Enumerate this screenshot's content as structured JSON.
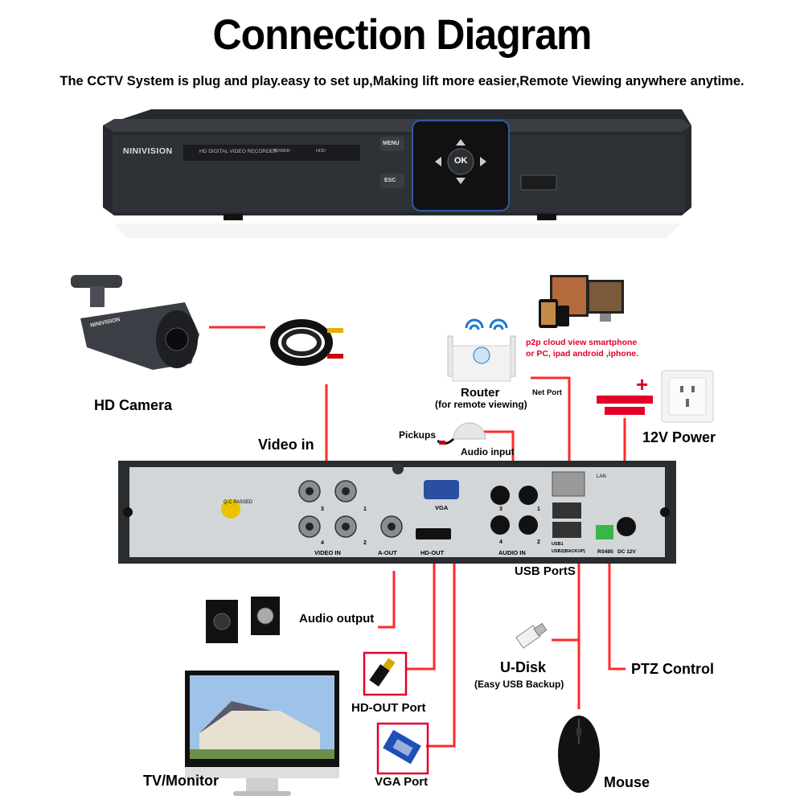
{
  "title": "Connection Diagram",
  "subtitle": "The CCTV System is plug and play.easy to set up,Making lift more easier,Remote Viewing anywhere anytime.",
  "dvr_front": {
    "brand": "NINIVISION",
    "model_label": "HD DIGITAL VIDEO RECORDER",
    "power_label": "POWER",
    "hdd_label": "HDD",
    "menu_label": "MENU",
    "esc_label": "ESC",
    "ok_label": "OK"
  },
  "camera": {
    "brand": "NINIVISION",
    "label": "HD Camera"
  },
  "video_in_label": "Video in",
  "router": {
    "label": "Router",
    "sublabel": "(for remote viewing)",
    "net_port_label": "Net Port"
  },
  "p2p_note": {
    "line1": "p2p cloud  view smartphone",
    "line2": "or PC, ipad android ,iphone."
  },
  "power": {
    "label": "12V Power",
    "plus": "+"
  },
  "pickups": {
    "label": "Pickups",
    "audio_input_label": "Audio input"
  },
  "dvr_rear": {
    "qc_label": "Q.C PASSED",
    "video_in_label": "VIDEO IN",
    "bnc_numbers": [
      "3",
      "1",
      "4",
      "2"
    ],
    "aout_label": "A-OUT",
    "vga_label": "VGA",
    "hdout_label": "HD-OUT",
    "audio_in_label": "AUDIO IN",
    "audio_numbers": [
      "3",
      "1",
      "4",
      "2"
    ],
    "lan_label": "LAN",
    "usb1_label": "USB1",
    "usb2_label": "USB2(BACKUP)",
    "rs485_label": "RS485",
    "dc_label": "DC 12V"
  },
  "usb_ports_label": "USB PortS",
  "audio_output_label": "Audio output",
  "udisk": {
    "label": "U-Disk",
    "sublabel": "(Easy USB Backup)"
  },
  "ptz_label": "PTZ Control",
  "hdout_port_label": "HD-OUT Port",
  "vga_port_label": "VGA Port",
  "tv_label": "TV/Monitor",
  "mouse_label": "Mouse",
  "colors": {
    "accent_red": "#e0002a",
    "line_red": "#ff2a2a",
    "dvr_body": "#2c2f33",
    "rear_panel": "#d3d6d8"
  }
}
